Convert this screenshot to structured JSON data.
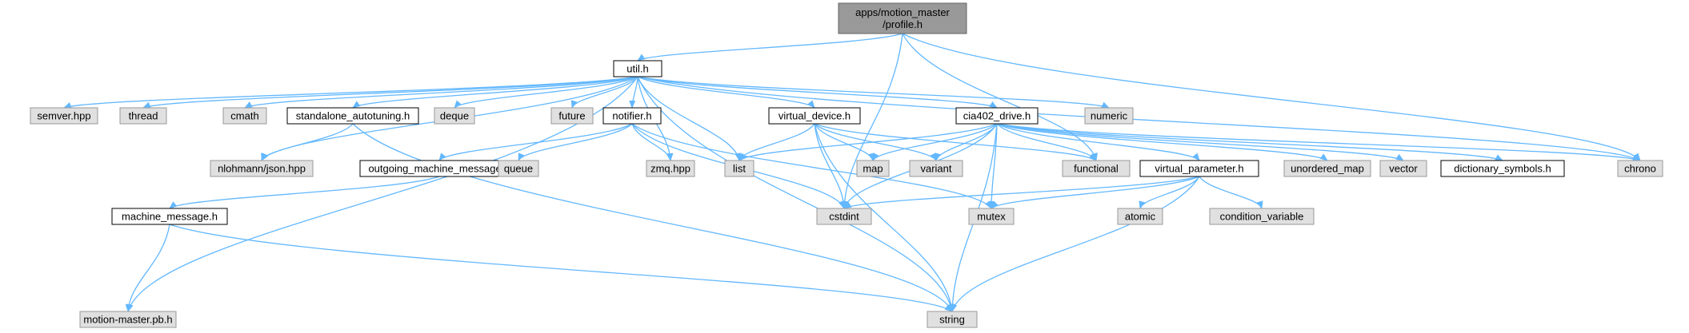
{
  "colors": {
    "root_fill": "#999999",
    "internal_fill": "#ffffff",
    "external_fill": "#e0e0e0",
    "internal_stroke": "#000000",
    "external_stroke": "#999999",
    "root_stroke": "#666666",
    "edge": "#63b8ff"
  },
  "nodes": [
    {
      "id": "root",
      "kind": "root",
      "lines": [
        "apps/motion_master",
        "/profile.h"
      ]
    },
    {
      "id": "util",
      "kind": "internal",
      "lines": [
        "util.h"
      ]
    },
    {
      "id": "semver",
      "kind": "external",
      "lines": [
        "semver.hpp"
      ]
    },
    {
      "id": "thread",
      "kind": "external",
      "lines": [
        "thread"
      ]
    },
    {
      "id": "cmath",
      "kind": "external",
      "lines": [
        "cmath"
      ]
    },
    {
      "id": "standalone",
      "kind": "internal",
      "lines": [
        "standalone_autotuning.h"
      ]
    },
    {
      "id": "deque",
      "kind": "external",
      "lines": [
        "deque"
      ]
    },
    {
      "id": "future",
      "kind": "external",
      "lines": [
        "future"
      ]
    },
    {
      "id": "notifier",
      "kind": "internal",
      "lines": [
        "notifier.h"
      ]
    },
    {
      "id": "virtual_device",
      "kind": "internal",
      "lines": [
        "virtual_device.h"
      ]
    },
    {
      "id": "cia402",
      "kind": "internal",
      "lines": [
        "cia402_drive.h"
      ]
    },
    {
      "id": "numeric",
      "kind": "external",
      "lines": [
        "numeric"
      ]
    },
    {
      "id": "nlohmann",
      "kind": "external",
      "lines": [
        "nlohmann/json.hpp"
      ]
    },
    {
      "id": "outgoing",
      "kind": "internal",
      "lines": [
        "outgoing_machine_message.h"
      ]
    },
    {
      "id": "queue",
      "kind": "external",
      "lines": [
        "queue"
      ]
    },
    {
      "id": "zmq",
      "kind": "external",
      "lines": [
        "zmq.hpp"
      ]
    },
    {
      "id": "list",
      "kind": "external",
      "lines": [
        "list"
      ]
    },
    {
      "id": "map",
      "kind": "external",
      "lines": [
        "map"
      ]
    },
    {
      "id": "variant",
      "kind": "external",
      "lines": [
        "variant"
      ]
    },
    {
      "id": "functional",
      "kind": "external",
      "lines": [
        "functional"
      ]
    },
    {
      "id": "virtual_parameter",
      "kind": "internal",
      "lines": [
        "virtual_parameter.h"
      ]
    },
    {
      "id": "unordered_map",
      "kind": "external",
      "lines": [
        "unordered_map"
      ]
    },
    {
      "id": "vector",
      "kind": "external",
      "lines": [
        "vector"
      ]
    },
    {
      "id": "dictionary",
      "kind": "internal",
      "lines": [
        "dictionary_symbols.h"
      ]
    },
    {
      "id": "chrono",
      "kind": "external",
      "lines": [
        "chrono"
      ]
    },
    {
      "id": "machine_message",
      "kind": "internal",
      "lines": [
        "machine_message.h"
      ]
    },
    {
      "id": "cstdint",
      "kind": "external",
      "lines": [
        "cstdint"
      ]
    },
    {
      "id": "mutex",
      "kind": "external",
      "lines": [
        "mutex"
      ]
    },
    {
      "id": "atomic",
      "kind": "external",
      "lines": [
        "atomic"
      ]
    },
    {
      "id": "condition_variable",
      "kind": "external",
      "lines": [
        "condition_variable"
      ]
    },
    {
      "id": "motion_pb",
      "kind": "external",
      "lines": [
        "motion-master.pb.h"
      ]
    },
    {
      "id": "string",
      "kind": "external",
      "lines": [
        "string"
      ]
    }
  ],
  "edges": [
    [
      "root",
      "util"
    ],
    [
      "root",
      "cstdint"
    ],
    [
      "root",
      "functional"
    ],
    [
      "root",
      "chrono"
    ],
    [
      "util",
      "semver"
    ],
    [
      "util",
      "thread"
    ],
    [
      "util",
      "cmath"
    ],
    [
      "util",
      "standalone"
    ],
    [
      "util",
      "deque"
    ],
    [
      "util",
      "future"
    ],
    [
      "util",
      "notifier"
    ],
    [
      "util",
      "zmq"
    ],
    [
      "util",
      "list"
    ],
    [
      "util",
      "virtual_device"
    ],
    [
      "util",
      "cia402"
    ],
    [
      "util",
      "numeric"
    ],
    [
      "util",
      "nlohmann"
    ],
    [
      "util",
      "chrono"
    ],
    [
      "util",
      "string"
    ],
    [
      "util",
      "motion_pb"
    ],
    [
      "standalone",
      "nlohmann"
    ],
    [
      "standalone",
      "string"
    ],
    [
      "notifier",
      "outgoing"
    ],
    [
      "notifier",
      "queue"
    ],
    [
      "notifier",
      "zmq"
    ],
    [
      "notifier",
      "cstdint"
    ],
    [
      "notifier",
      "mutex"
    ],
    [
      "outgoing",
      "machine_message"
    ],
    [
      "machine_message",
      "motion_pb"
    ],
    [
      "machine_message",
      "string"
    ],
    [
      "virtual_device",
      "list"
    ],
    [
      "virtual_device",
      "map"
    ],
    [
      "virtual_device",
      "variant"
    ],
    [
      "virtual_device",
      "functional"
    ],
    [
      "virtual_device",
      "cstdint"
    ],
    [
      "virtual_device",
      "string"
    ],
    [
      "cia402",
      "list"
    ],
    [
      "cia402",
      "map"
    ],
    [
      "cia402",
      "variant"
    ],
    [
      "cia402",
      "functional"
    ],
    [
      "cia402",
      "virtual_parameter"
    ],
    [
      "cia402",
      "unordered_map"
    ],
    [
      "cia402",
      "vector"
    ],
    [
      "cia402",
      "dictionary"
    ],
    [
      "cia402",
      "chrono"
    ],
    [
      "cia402",
      "cstdint"
    ],
    [
      "cia402",
      "mutex"
    ],
    [
      "cia402",
      "string"
    ],
    [
      "virtual_parameter",
      "cstdint"
    ],
    [
      "virtual_parameter",
      "mutex"
    ],
    [
      "virtual_parameter",
      "atomic"
    ],
    [
      "virtual_parameter",
      "condition_variable"
    ],
    [
      "virtual_parameter",
      "string"
    ]
  ]
}
